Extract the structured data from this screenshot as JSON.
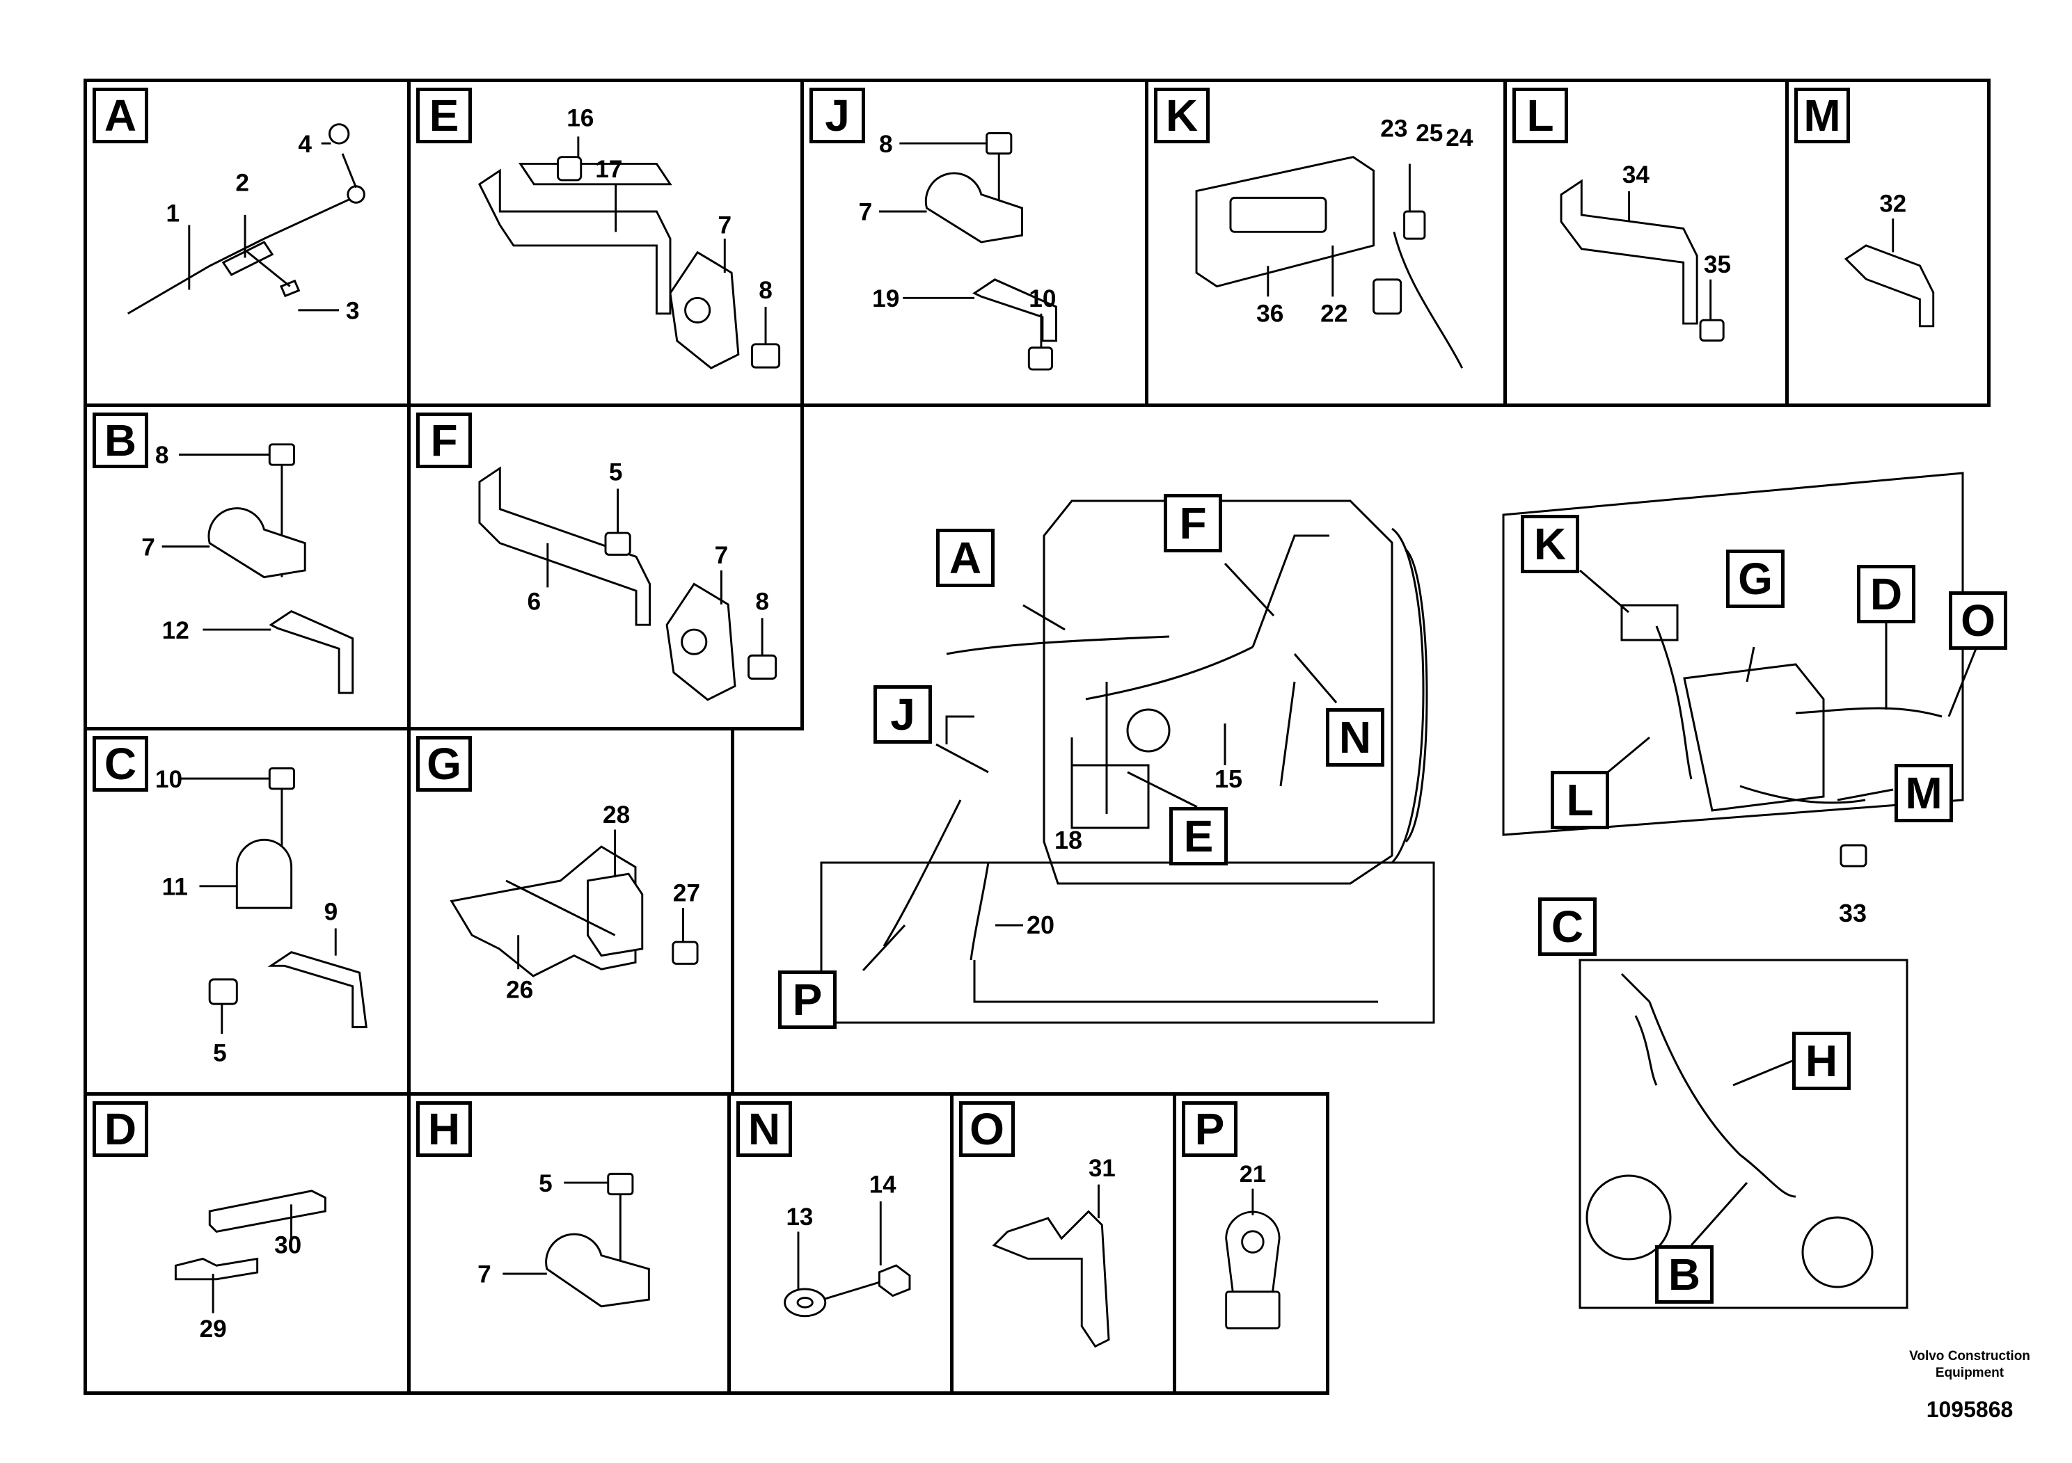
{
  "panels": {
    "A": {
      "letter": "A",
      "parts": [
        "4",
        "2",
        "1",
        "3"
      ]
    },
    "E": {
      "letter": "E",
      "parts": [
        "16",
        "17",
        "7",
        "8"
      ]
    },
    "J": {
      "letter": "J",
      "parts": [
        "8",
        "7",
        "19",
        "10"
      ]
    },
    "K": {
      "letter": "K",
      "parts": [
        "23",
        "25",
        "24",
        "36",
        "22"
      ]
    },
    "L": {
      "letter": "L",
      "parts": [
        "34",
        "35"
      ]
    },
    "M": {
      "letter": "M",
      "parts": [
        "32"
      ]
    },
    "B": {
      "letter": "B",
      "parts": [
        "8",
        "7",
        "12"
      ]
    },
    "F": {
      "letter": "F",
      "parts": [
        "5",
        "7",
        "6",
        "8"
      ]
    },
    "C": {
      "letter": "C",
      "parts": [
        "10",
        "11",
        "9",
        "5"
      ]
    },
    "G": {
      "letter": "G",
      "parts": [
        "28",
        "27",
        "26"
      ]
    },
    "D": {
      "letter": "D",
      "parts": [
        "30",
        "29"
      ]
    },
    "H": {
      "letter": "H",
      "parts": [
        "5",
        "7"
      ]
    },
    "N": {
      "letter": "N",
      "parts": [
        "13",
        "14"
      ]
    },
    "O": {
      "letter": "O",
      "parts": [
        "31"
      ]
    },
    "P": {
      "letter": "P",
      "parts": [
        "21"
      ]
    }
  },
  "main_view": {
    "callouts": [
      "A",
      "F",
      "J",
      "N",
      "E",
      "P"
    ],
    "parts": [
      "15",
      "18",
      "20"
    ]
  },
  "right_view": {
    "callouts": [
      "K",
      "G",
      "D",
      "O",
      "L",
      "M"
    ],
    "parts": [
      "33"
    ]
  },
  "lower_view": {
    "callouts": [
      "C",
      "H",
      "B"
    ]
  },
  "footer": {
    "brand_line1": "Volvo Construction",
    "brand_line2": "Equipment",
    "drawing_number": "1095868"
  }
}
